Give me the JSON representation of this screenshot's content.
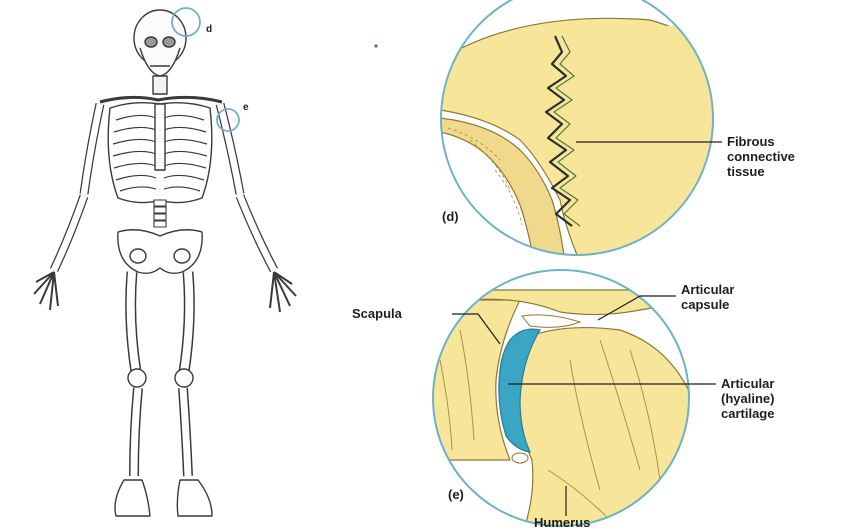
{
  "skeleton": {
    "marker_d": "d",
    "marker_e": "e"
  },
  "panel_d": {
    "caption": "(d)",
    "label": [
      "Fibrous",
      "connective",
      "tissue"
    ]
  },
  "panel_e": {
    "caption": "(e)",
    "scapula_label": "Scapula",
    "capsule_label": [
      "Articular",
      "capsule"
    ],
    "cartilage_label": [
      "Articular",
      "(hyaline)",
      "cartilage"
    ],
    "humerus_label": "Humerus"
  },
  "colors": {
    "bone_yellow": "#f7e69a",
    "bone_outline": "#8a7a3a",
    "circle_outline": "#6fb2c4",
    "cartilage_blue": "#3aa6c4",
    "skeleton_line": "#3a3a3a"
  }
}
